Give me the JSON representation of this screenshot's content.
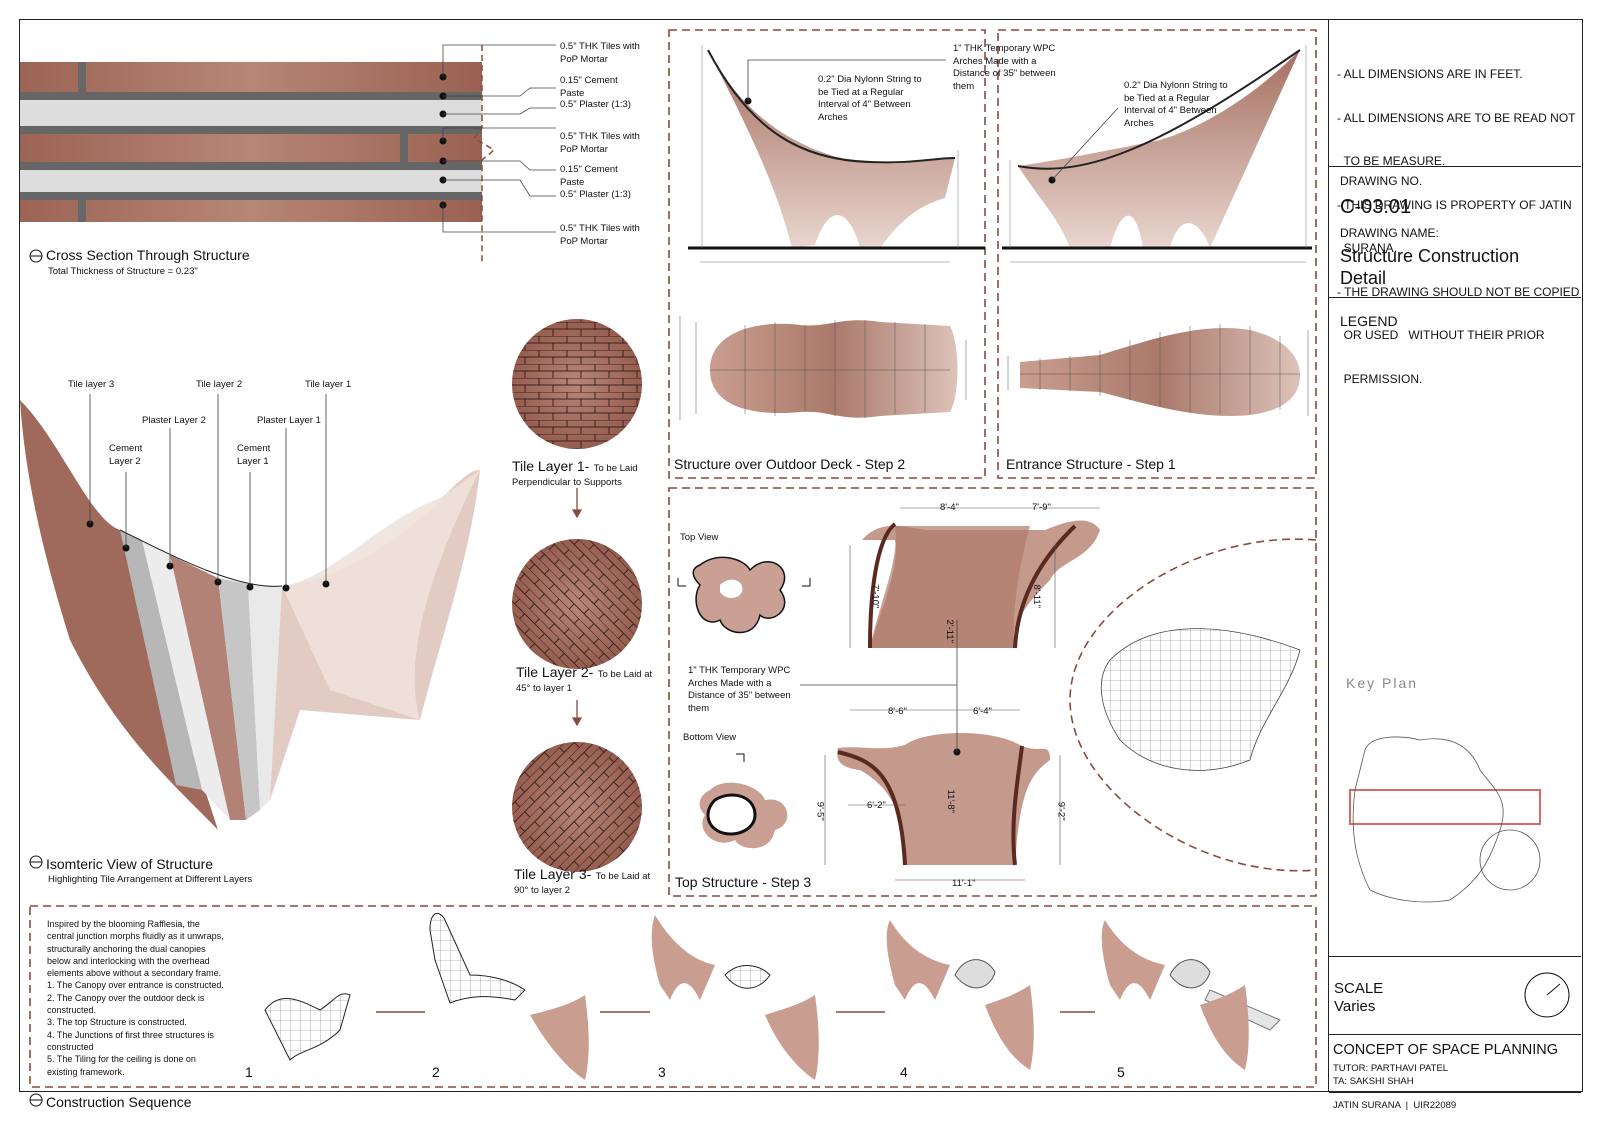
{
  "colors": {
    "tile": "#a86f5f",
    "tile_light": "#d8b8ac",
    "dash": "#8a4a3e",
    "grey": "#bdbdbd"
  },
  "cross_section": {
    "title": "Cross Section Through Structure",
    "subtitle": "Total Thickness of Structure = 0.23\"",
    "labels": [
      "0.5\" THK Tiles with PoP Mortar",
      "0.15\" Cement Paste",
      "0.5\" Plaster (1:3)",
      "0.5\" THK Tiles with PoP Mortar",
      "0.15\" Cement Paste",
      "0.5\" Plaster (1:3)",
      "0.5\" THK Tiles with PoP Mortar"
    ]
  },
  "iso": {
    "title": "Isomteric View of Structure",
    "subtitle": "Highlighting Tile Arrangement at Different Layers",
    "labels": {
      "tile3": "Tile layer 3",
      "tile2": "Tile layer 2",
      "tile1": "Tile layer 1",
      "plaster2": "Plaster Layer 2",
      "plaster1": "Plaster Layer 1",
      "cement2": "Cement Layer 2",
      "cement1": "Cement Layer 1"
    }
  },
  "tile_layers": [
    {
      "title": "Tile Layer 1-",
      "note": "To be Laid",
      "note2": "Perpendicular to Supports"
    },
    {
      "title": "Tile Layer 2-",
      "note": "To be Laid at",
      "note2": "45° to layer 1"
    },
    {
      "title": "Tile Layer 3-",
      "note": "To be Laid at",
      "note2": "90° to layer 2"
    }
  ],
  "step2": {
    "title": "Structure over Outdoor Deck - Step 2",
    "note_wpc": "1\" THK Temporary WPC Arches Made with a Distance of 35\" between them",
    "note_string": "0.2\" Dia Nylonn String to be Tied at a Regular Interval of 4\" Between Arches"
  },
  "step1": {
    "title": "Entrance Structure - Step 1",
    "note_string": "0.2\" Dia Nylonn String to be Tied at a Regular Interval of 4\" Between Arches"
  },
  "step3": {
    "title": "Top Structure - Step 3",
    "top_view": "Top View",
    "bottom_view": "Bottom View",
    "note_wpc": "1\" THK Temporary WPC Arches Made with a Distance of 35\" between them",
    "dims": [
      "8'-4\"",
      "7'-9\"",
      "7'-10\"",
      "8'-11\"",
      "2'-11\"",
      "8'-6\"",
      "6'-4\"",
      "9'-5\"",
      "6'-2\"",
      "11'-8\"",
      "9'-2\"",
      "11'-1\""
    ]
  },
  "sequence": {
    "title": "Construction Sequence",
    "text": [
      "Inspired by the blooming Rafflesia, the",
      "central junction morphs fluidly as it unwraps,",
      "structurally anchoring the dual canopies",
      "below and interlocking with the overhead",
      "elements above without a secondary frame.",
      "1. The Canopy over entrance is constructed.",
      "2. The Canopy over the outdoor deck is",
      "constructed.",
      "3. The top Structure is constructed.",
      "4. The Junctions of first three structures is",
      "constructed",
      "5. The Tiling for the ceiling is done on",
      "existing framework."
    ],
    "steps": [
      "1",
      "2",
      "3",
      "4",
      "5"
    ]
  },
  "title_block": {
    "notes": [
      "- ALL DIMENSIONS ARE IN FEET.",
      "- ALL DIMENSIONS ARE TO BE READ NOT",
      "  TO BE MEASURE.",
      "- THIS DRAWING IS PROPERTY OF JATIN",
      "  SURANA.",
      "- THE DRAWING SHOULD NOT BE COPIED",
      "  OR USED   WITHOUT THEIR PRIOR",
      "  PERMISSION."
    ],
    "drawing_no_label": "DRAWING NO.",
    "drawing_no": "C-03.01",
    "drawing_name_label": "DRAWING NAME:",
    "drawing_name_1": "Structure Construction",
    "drawing_name_2": "Detail",
    "legend": "LEGEND",
    "key_plan": "Key Plan",
    "scale_label": "SCALE",
    "scale_value": "Varies",
    "project": "CONCEPT OF SPACE PLANNING",
    "tutor": "TUTOR: PARTHAVI PATEL",
    "ta": "TA: SAKSHI SHAH",
    "author": "JATIN SURANA  |  UIR22089"
  }
}
